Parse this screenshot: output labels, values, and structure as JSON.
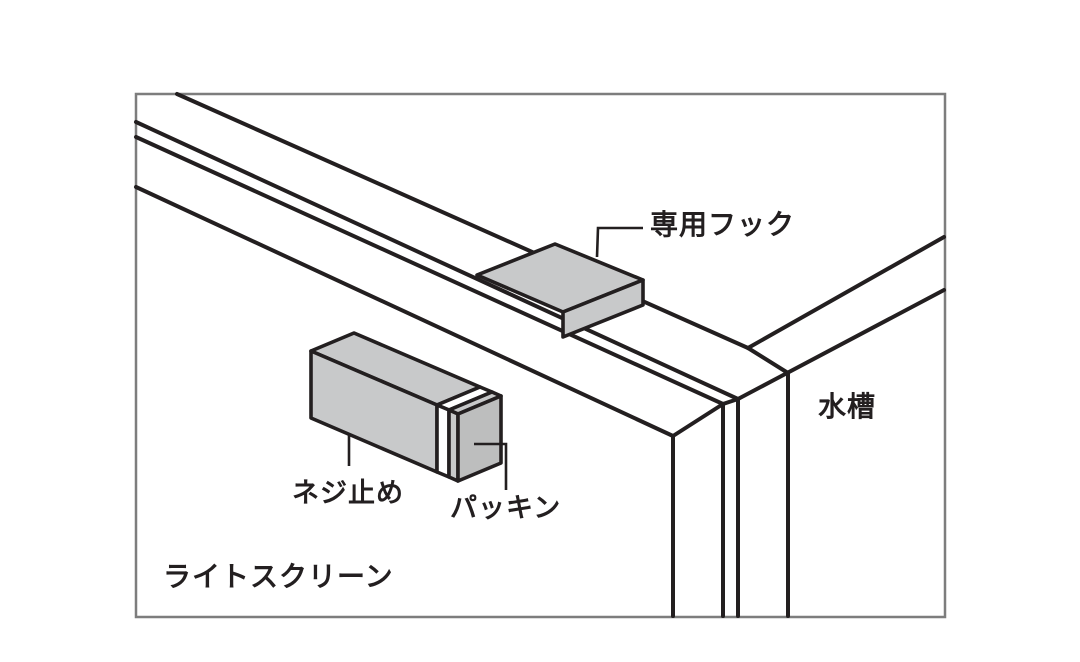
{
  "diagram": {
    "description_type": "installation-illustration",
    "labels": {
      "dedicated_hook": "専用フック",
      "tank": "水槽",
      "screw_fastening": "ネジ止め",
      "packing": "パッキン",
      "light_screen": "ライトスクリーン"
    },
    "colors": {
      "line": "#231f20",
      "part_fill_gray": "#c8c9ca",
      "part_fill_gray_dark": "#bdbebe",
      "frame_border": "#7d7d7d",
      "background": "#ffffff"
    }
  }
}
